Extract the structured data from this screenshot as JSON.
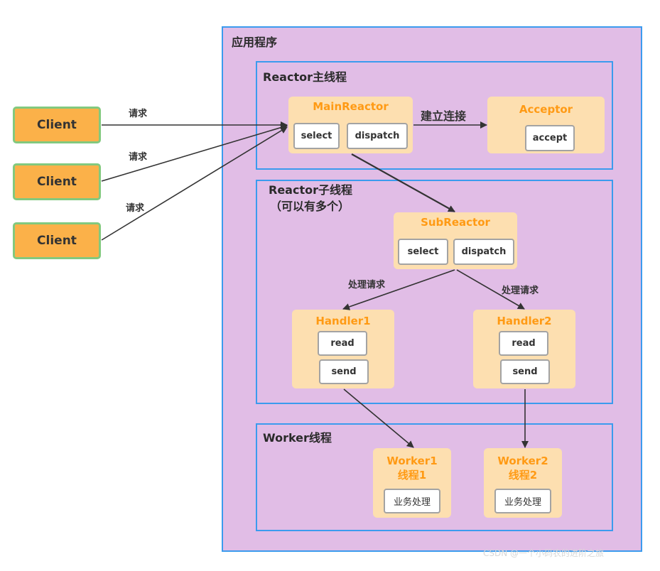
{
  "clients": [
    "Client",
    "Client",
    "Client"
  ],
  "request_label": "请求",
  "app": {
    "title": "应用程序",
    "main_thread": {
      "title": "Reactor主线程",
      "main_reactor": {
        "title": "MainReactor",
        "chips": [
          "select",
          "dispatch"
        ]
      },
      "connect_label": "建立连接",
      "acceptor": {
        "title": "Acceptor",
        "chips": [
          "accept"
        ]
      }
    },
    "sub_thread": {
      "title": "Reactor子线程",
      "subtitle": "（可以有多个）",
      "sub_reactor": {
        "title": "SubReactor",
        "chips": [
          "select",
          "dispatch"
        ]
      },
      "process_label": "处理请求",
      "handlers": [
        {
          "title": "Handler1",
          "chips": [
            "read",
            "send"
          ]
        },
        {
          "title": "Handler2",
          "chips": [
            "read",
            "send"
          ]
        }
      ]
    },
    "worker_thread": {
      "title": "Worker线程",
      "workers": [
        {
          "title": "Worker1",
          "subtitle": "线程1",
          "chip": "业务处理"
        },
        {
          "title": "Worker2",
          "subtitle": "线程2",
          "chip": "业务处理"
        }
      ]
    }
  },
  "watermark": "CSDN @一个小码农的进阶之旅",
  "colors": {
    "frame_border": "#3b9bee",
    "frame_fill": "#e1bde6",
    "node_fill": "#fddfb0",
    "node_title": "#ff9a14",
    "client_fill": "#fbb149",
    "client_border": "#82c97e"
  }
}
